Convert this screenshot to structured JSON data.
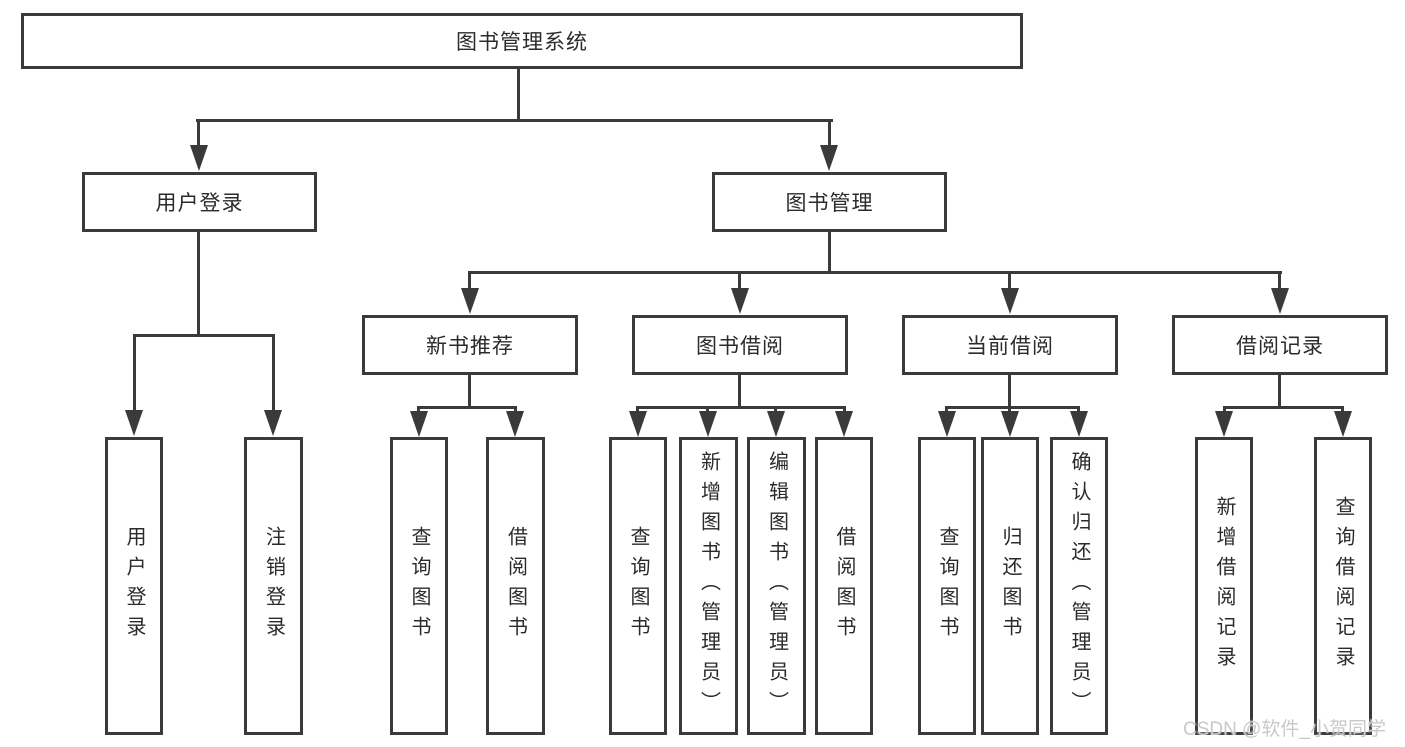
{
  "diagram": {
    "root": {
      "label": "图书管理系统"
    },
    "branches": [
      {
        "label": "用户登录",
        "children": [
          {
            "label": "用户登录"
          },
          {
            "label": "注销登录"
          }
        ]
      },
      {
        "label": "图书管理",
        "groups": [
          {
            "label": "新书推荐",
            "children": [
              {
                "label": "查询图书"
              },
              {
                "label": "借阅图书"
              }
            ]
          },
          {
            "label": "图书借阅",
            "children": [
              {
                "label": "查询图书"
              },
              {
                "label": "新增图书（管理员）"
              },
              {
                "label": "编辑图书（管理员）"
              },
              {
                "label": "借阅图书"
              }
            ]
          },
          {
            "label": "当前借阅",
            "children": [
              {
                "label": "查询图书"
              },
              {
                "label": "归还图书"
              },
              {
                "label": "确认归还（管理员）"
              }
            ]
          },
          {
            "label": "借阅记录",
            "children": [
              {
                "label": "新增借阅记录"
              },
              {
                "label": "查询借阅记录"
              }
            ]
          }
        ]
      }
    ]
  },
  "watermark": {
    "text": "CSDN @软件_小贺同学",
    "color": "#c9c9c9"
  },
  "colors": {
    "line": "#3a3a3a",
    "box_border": "#3a3a3a",
    "box_fill": "#ffffff",
    "text": "#2b2b2b",
    "background": "#ffffff"
  }
}
